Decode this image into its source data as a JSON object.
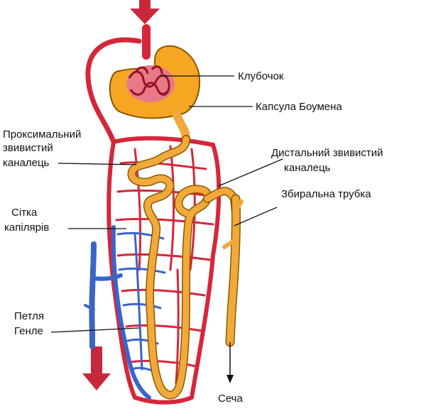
{
  "labels": {
    "glomerulus": "Клубочок",
    "bowman_capsule": "Капсула Боумена",
    "proximal_line1": "Проксимальний",
    "proximal_line2": "звивистий",
    "proximal_line3": "каналець",
    "distal_line1": "Дистальний звивистий",
    "distal_line2": "каналець",
    "collecting_duct": "Збиральна трубка",
    "capillary_line1": "Сітка",
    "capillary_line2": "капілярів",
    "henle_line1": "Петля",
    "henle_line2": "Генле",
    "urine": "Сеча"
  },
  "colors": {
    "arterial": "#d6263a",
    "venous": "#3a64c8",
    "tubule": "#f2a93b",
    "capsule": "#f6a623",
    "flow_arrow": "#c8283c",
    "leader": "#111111"
  }
}
